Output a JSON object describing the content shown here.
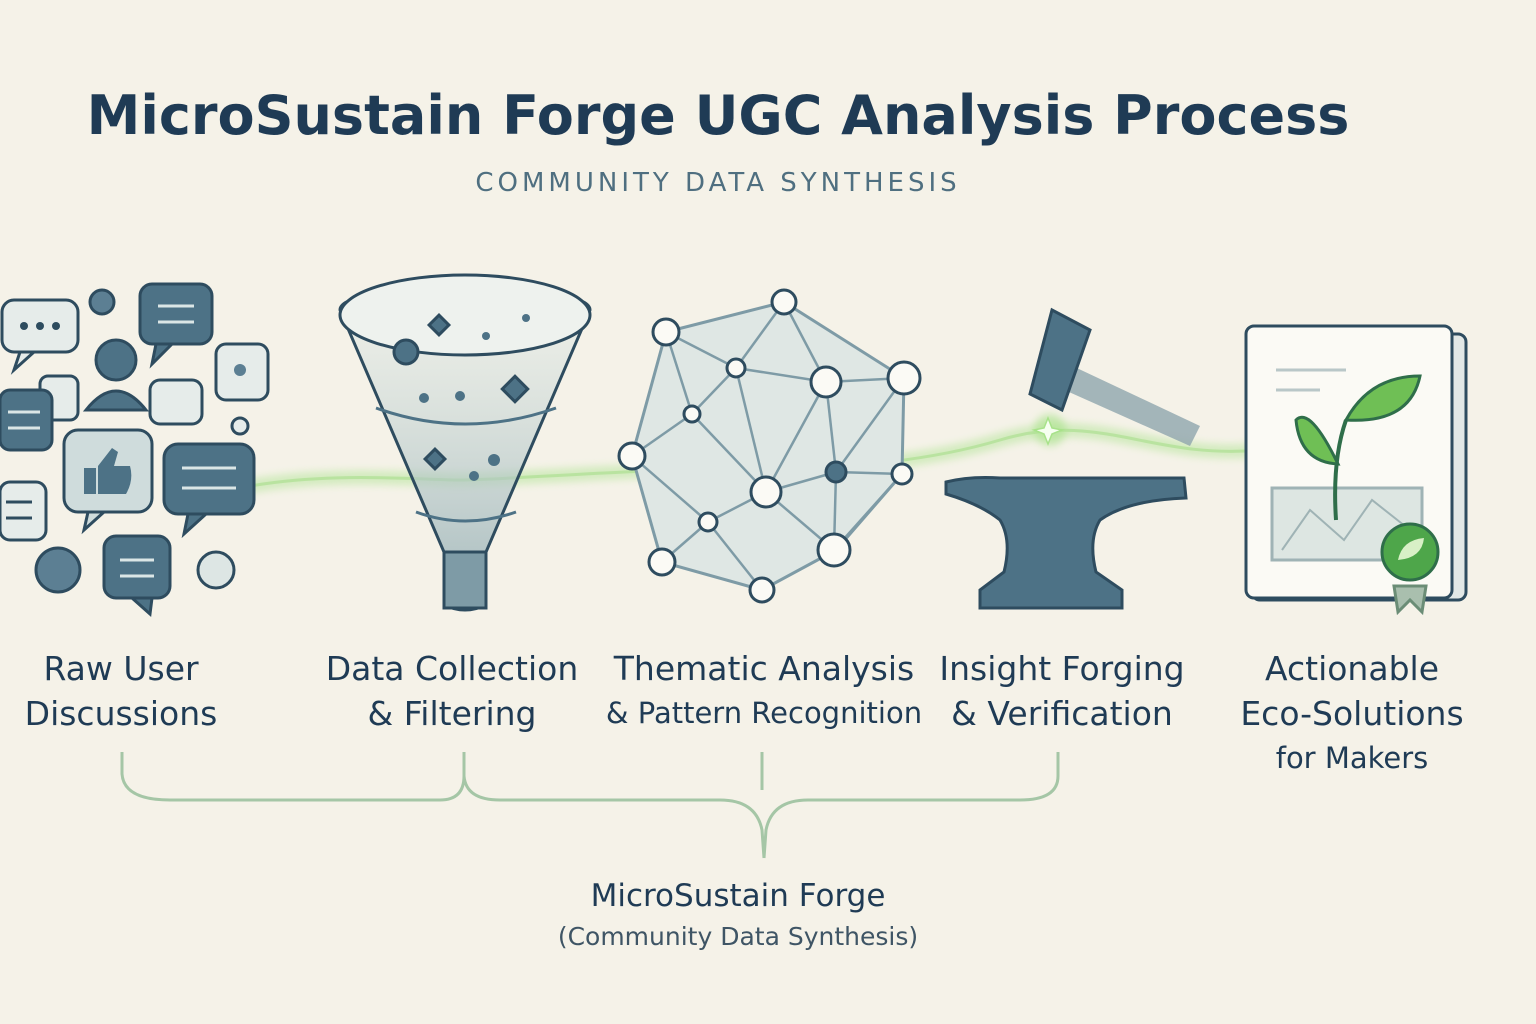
{
  "header": {
    "title": "MicroSustain Forge UGC Analysis Process",
    "subtitle": "COMMUNITY DATA SYNTHESIS"
  },
  "steps": [
    {
      "line1": "Raw User",
      "line2": "Discussions",
      "icon": "chat-bubbles-icon"
    },
    {
      "line1": "Data Collection",
      "line2": "& Filtering",
      "icon": "funnel-icon"
    },
    {
      "line1": "Thematic Analysis",
      "line2": "& Pattern Recognition",
      "icon": "network-graph-icon"
    },
    {
      "line1": "Insight Forging",
      "line2": "& Verification",
      "icon": "hammer-anvil-icon"
    },
    {
      "line1": "Actionable",
      "line2": "Eco-Solutions",
      "line3": "for Makers",
      "icon": "sprout-document-icon"
    }
  ],
  "bracket": {
    "title": "MicroSustain Forge",
    "subtitle": "(Community Data Synthesis)"
  },
  "colors": {
    "background": "#f5f2e8",
    "navy": "#1f3b55",
    "slate": "#4d7286",
    "accent_green": "#8fd16b"
  }
}
